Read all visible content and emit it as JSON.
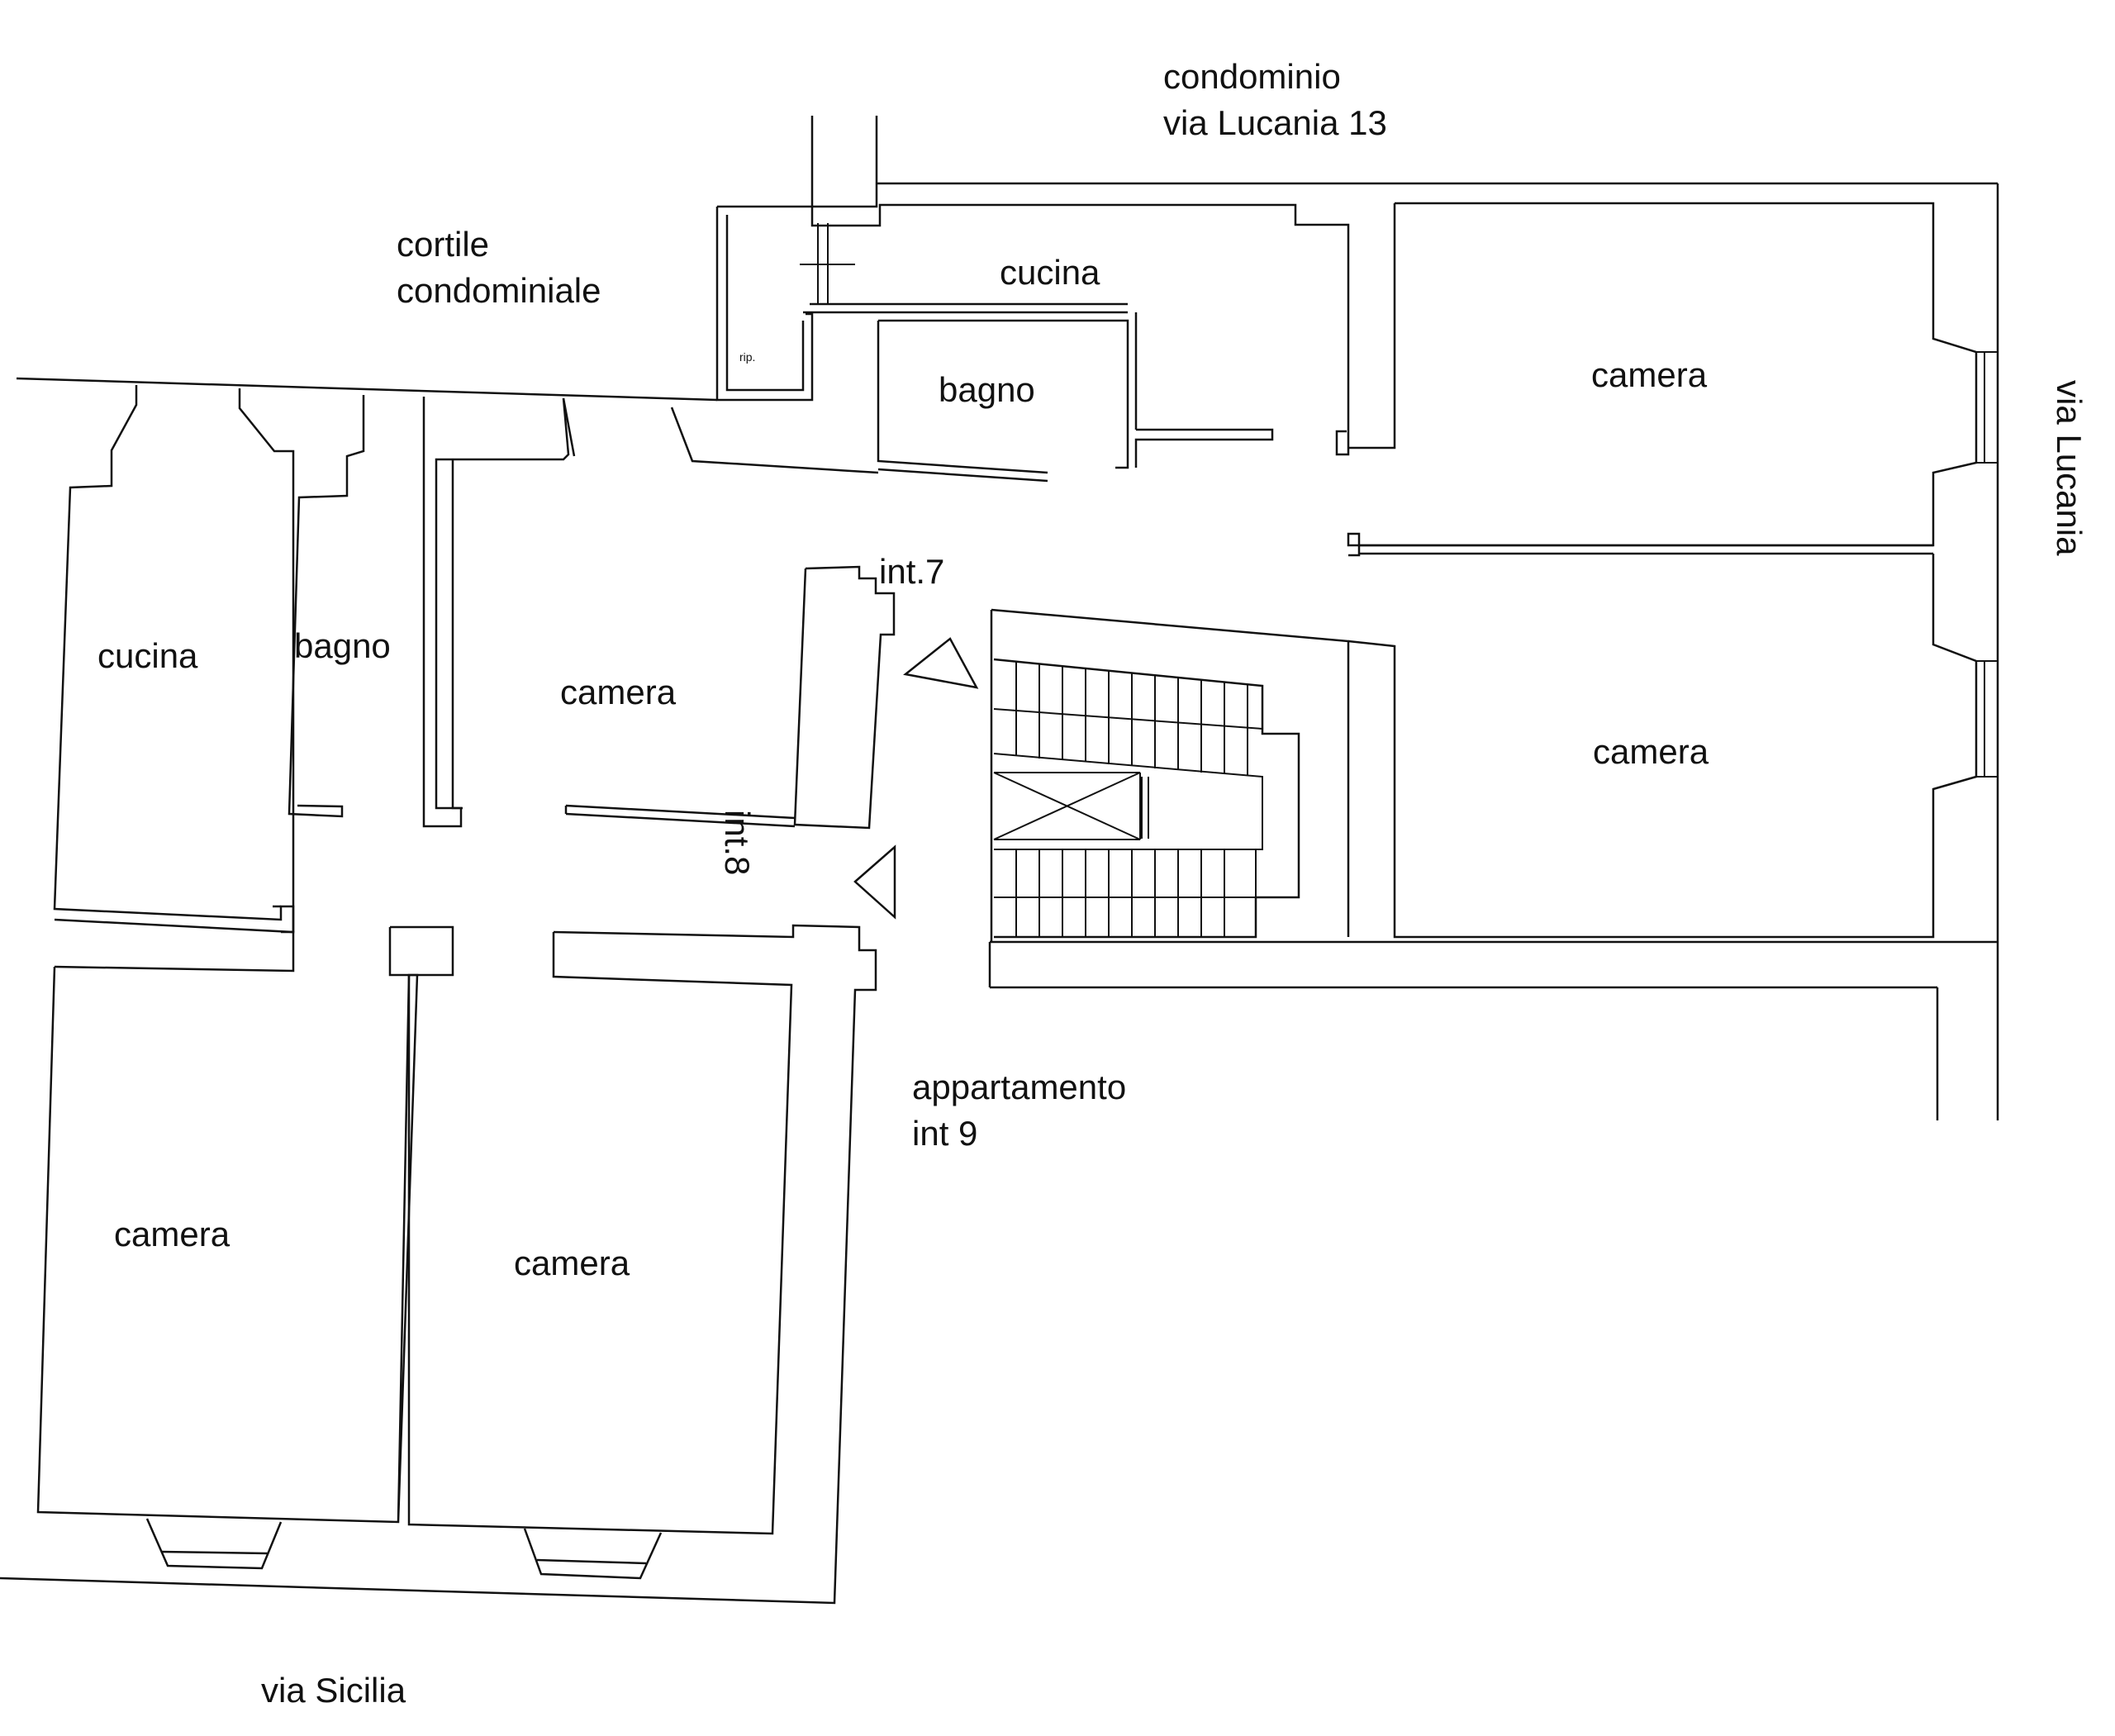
{
  "labels": {
    "condominio_line1": "condominio",
    "condominio_line2": "via Lucania 13",
    "cortile_line1": "cortile",
    "cortile_line2": "condominiale",
    "via_lucania": "via Lucania",
    "via_sicilia": "via Sicilia",
    "rip": "rip.",
    "int7": "int.7",
    "int8": "int.8",
    "appartamento_line1": "appartamento",
    "appartamento_line2": "int 9"
  },
  "rooms": {
    "cucina_top": "cucina",
    "bagno_top": "bagno",
    "camera_top_right": "camera",
    "camera_mid_right": "camera",
    "cucina_left": "cucina",
    "bagno_left": "bagno",
    "camera_center": "camera",
    "camera_bottom_left": "camera",
    "camera_bottom_center": "camera"
  }
}
